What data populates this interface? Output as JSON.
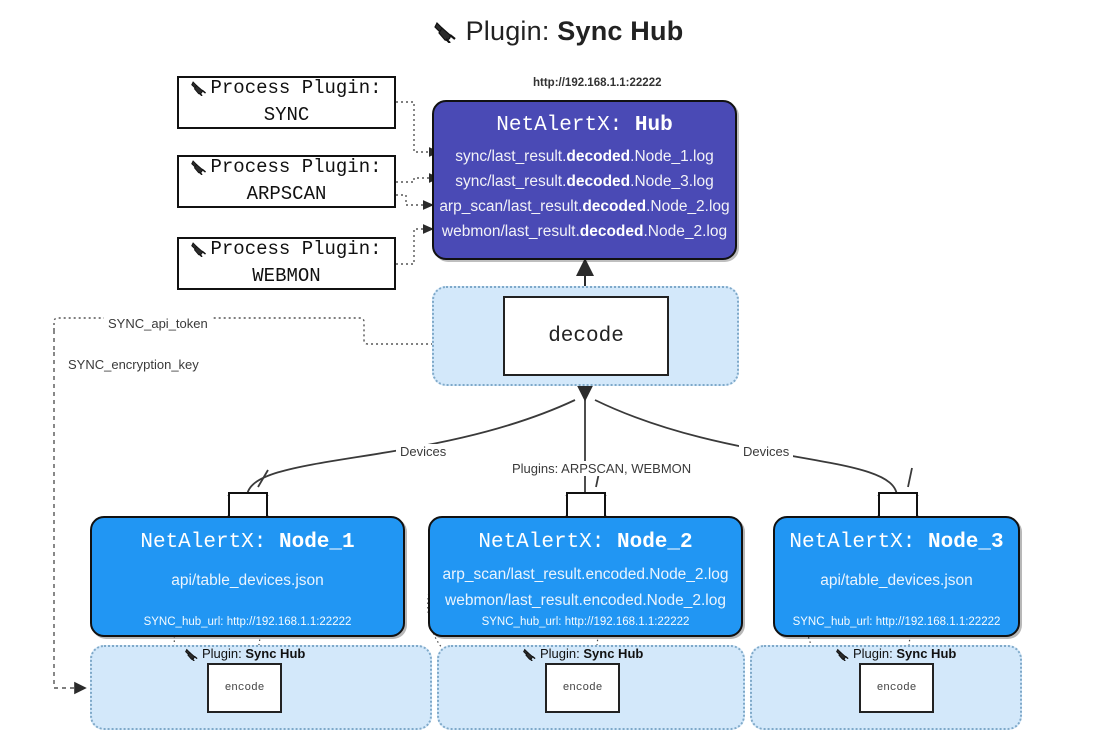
{
  "header": {
    "icon": "plug-icon",
    "prefix": "Plugin:",
    "title": "Sync Hub"
  },
  "process_plugins": [
    {
      "line1": "Process Plugin:",
      "line2": "SYNC"
    },
    {
      "line1": "Process Plugin:",
      "line2": "ARPSCAN"
    },
    {
      "line1": "Process Plugin:",
      "line2": "WEBMON"
    }
  ],
  "hub": {
    "url_caption": "http://192.168.1.1:22222",
    "title_prefix": "NetAlertX:",
    "title_name": "Hub",
    "logs": [
      {
        "pre": "sync/last_result.",
        "em": "decoded",
        "post": ".Node_1.log"
      },
      {
        "pre": "sync/last_result.",
        "em": "decoded",
        "post": ".Node_3.log"
      },
      {
        "pre": "arp_scan/last_result.",
        "em": "decoded",
        "post": ".Node_2.log"
      },
      {
        "pre": "webmon/last_result.",
        "em": "decoded",
        "post": ".Node_2.log"
      }
    ]
  },
  "decode_zone": {
    "box_label": "decode"
  },
  "settings": {
    "api_token": "SYNC_api_token",
    "encryption_key": "SYNC_encryption_key"
  },
  "edge_labels": {
    "devices_left": "Devices",
    "plugins_center": "Plugins: ARPSCAN, WEBMON",
    "devices_right": "Devices"
  },
  "nodes": [
    {
      "title_prefix": "NetAlertX:",
      "title_name": "Node_1",
      "lines": [
        "api/table_devices.json"
      ],
      "footer": "SYNC_hub_url: http://192.168.1.1:22222"
    },
    {
      "title_prefix": "NetAlertX:",
      "title_name": "Node_2",
      "lines": [
        "arp_scan/last_result.encoded.Node_2.log",
        "webmon/last_result.encoded.Node_2.log"
      ],
      "footer": "SYNC_hub_url: http://192.168.1.1:22222"
    },
    {
      "title_prefix": "NetAlertX:",
      "title_name": "Node_3",
      "lines": [
        "api/table_devices.json"
      ],
      "footer": "SYNC_hub_url: http://192.168.1.1:22222"
    }
  ],
  "encode_zones": [
    {
      "plugin_prefix": "Plugin:",
      "plugin_name": "Sync Hub",
      "box_label": "encode"
    },
    {
      "plugin_prefix": "Plugin:",
      "plugin_name": "Sync Hub",
      "box_label": "encode"
    },
    {
      "plugin_prefix": "Plugin:",
      "plugin_name": "Sync Hub",
      "box_label": "encode"
    }
  ],
  "colors": {
    "hub": "#4a4ab5",
    "node": "#2196f3",
    "zone": "#d3e8fa",
    "zone_border": "#7fa9c9"
  }
}
